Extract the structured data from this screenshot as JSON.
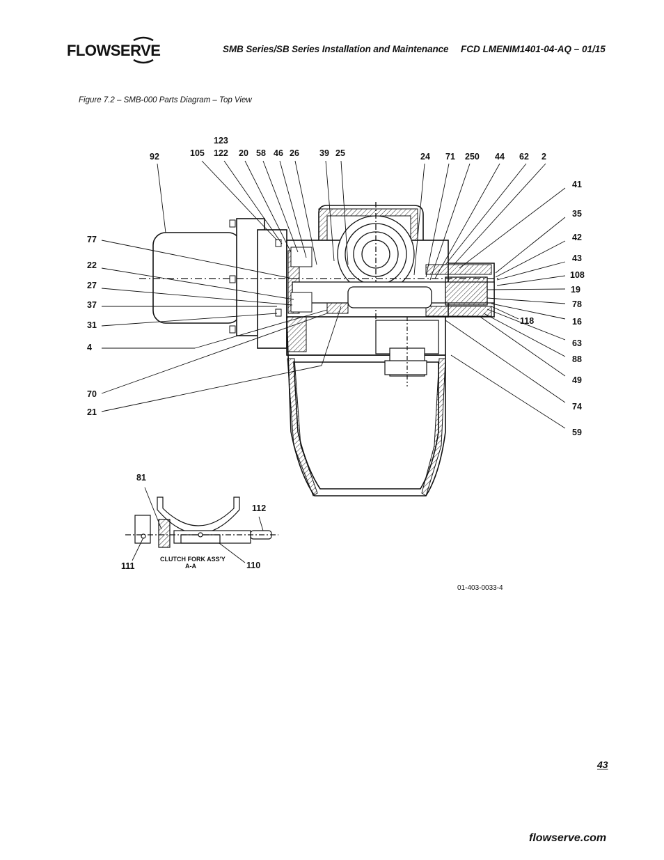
{
  "header": {
    "logo_text": "FLOWSERVE",
    "title": "SMB Series/SB Series Installation and Maintenance",
    "doc_code": "FCD LMENIM1401-04-AQ – 01/15"
  },
  "figure": {
    "caption": "Figure 7.2 – SMB-000 Parts Diagram – Top View",
    "drawing_number": "01-403-0033-4",
    "callouts": [
      "92",
      "123",
      "105",
      "122",
      "20",
      "58",
      "46",
      "26",
      "39",
      "25",
      "24",
      "71",
      "250",
      "44",
      "62",
      "2",
      "41",
      "35",
      "42",
      "43",
      "108",
      "19",
      "78",
      "16",
      "118",
      "63",
      "88",
      "49",
      "74",
      "59",
      "77",
      "22",
      "27",
      "37",
      "31",
      "4",
      "70",
      "21"
    ],
    "detail": {
      "callouts": [
        "81",
        "112",
        "111",
        "110"
      ],
      "title_line1": "CLUTCH FORK ASS'Y",
      "title_line2": "A-A"
    }
  },
  "footer": {
    "page_number": "43",
    "url": "flowserve.com"
  }
}
